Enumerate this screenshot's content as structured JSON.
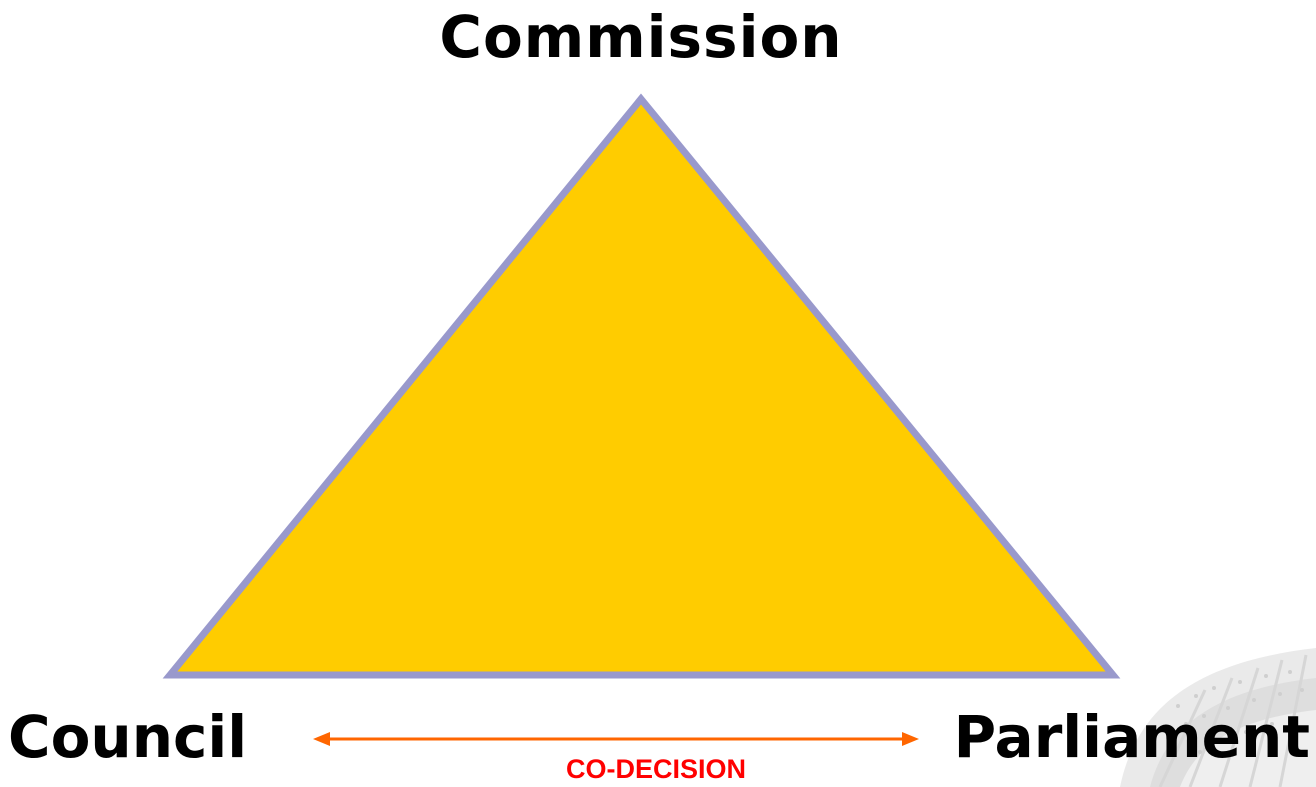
{
  "diagram": {
    "top_node": "Commission",
    "left_node": "Council",
    "right_node": "Parliament",
    "relation_label": "CO-DECISION",
    "relation": {
      "from": "Council",
      "to": "Parliament",
      "direction": "bidirectional"
    }
  },
  "colors": {
    "triangle_fill": "#FFCC00",
    "triangle_stroke": "#9999CC",
    "arrow": "#FF6600",
    "relation_label": "#FF0000",
    "node_text": "#000000",
    "background": "#FFFFFF"
  },
  "watermark": {
    "icon": "parliament-building-watermark"
  }
}
